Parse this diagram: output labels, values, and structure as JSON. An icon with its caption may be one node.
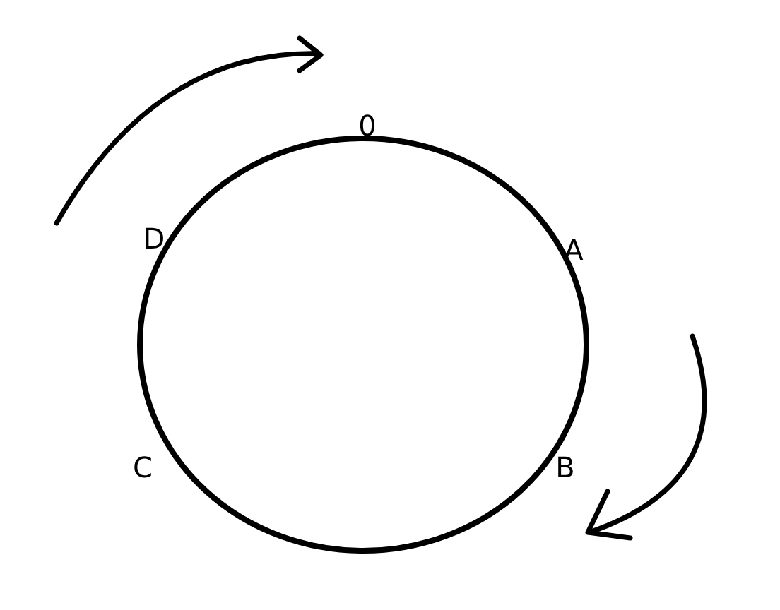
{
  "diagram": {
    "labels": [
      "0",
      "D",
      "A",
      "C",
      "B"
    ]
  }
}
